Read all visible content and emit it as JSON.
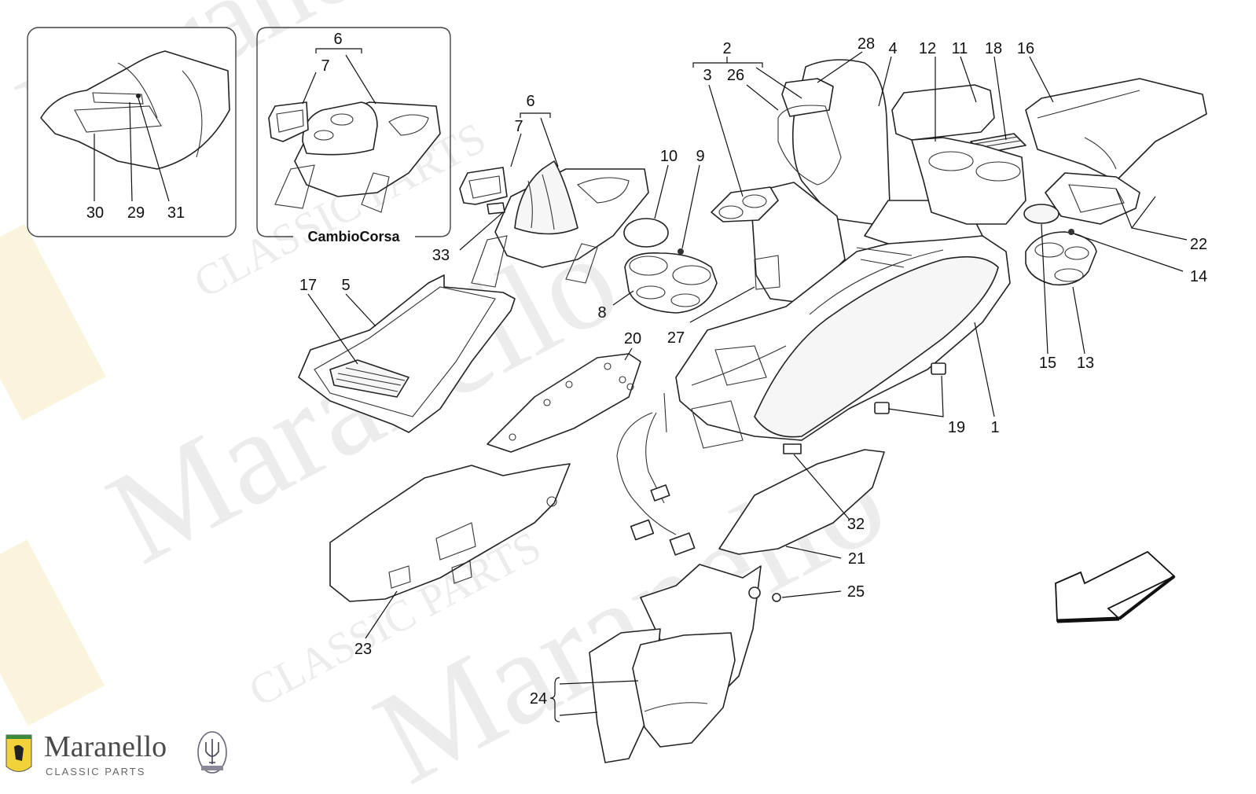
{
  "inset_label": "CambioCorsa",
  "callouts": {
    "n1": "1",
    "n2": "2",
    "n3": "3",
    "n4": "4",
    "n5": "5",
    "n6a": "6",
    "n6b": "6",
    "n7a": "7",
    "n7b": "7",
    "n8": "8",
    "n9": "9",
    "n10": "10",
    "n11": "11",
    "n12": "12",
    "n13": "13",
    "n14": "14",
    "n15": "15",
    "n16": "16",
    "n17": "17",
    "n18": "18",
    "n19": "19",
    "n20": "20",
    "n21": "21",
    "n22": "22",
    "n23": "23",
    "n24": "24",
    "n25": "25",
    "n26": "26",
    "n27": "27",
    "n28": "28",
    "n29": "29",
    "n30": "30",
    "n31": "31",
    "n32": "32",
    "n33": "33"
  },
  "brand": {
    "name": "Maranello",
    "subtitle": "CLASSIC PARTS"
  },
  "watermark": {
    "word": "Maranello",
    "sub": "CLASSIC PARTS"
  },
  "icons": [
    "ferrari-shield-icon",
    "maserati-trident-icon",
    "direction-arrow-icon"
  ]
}
